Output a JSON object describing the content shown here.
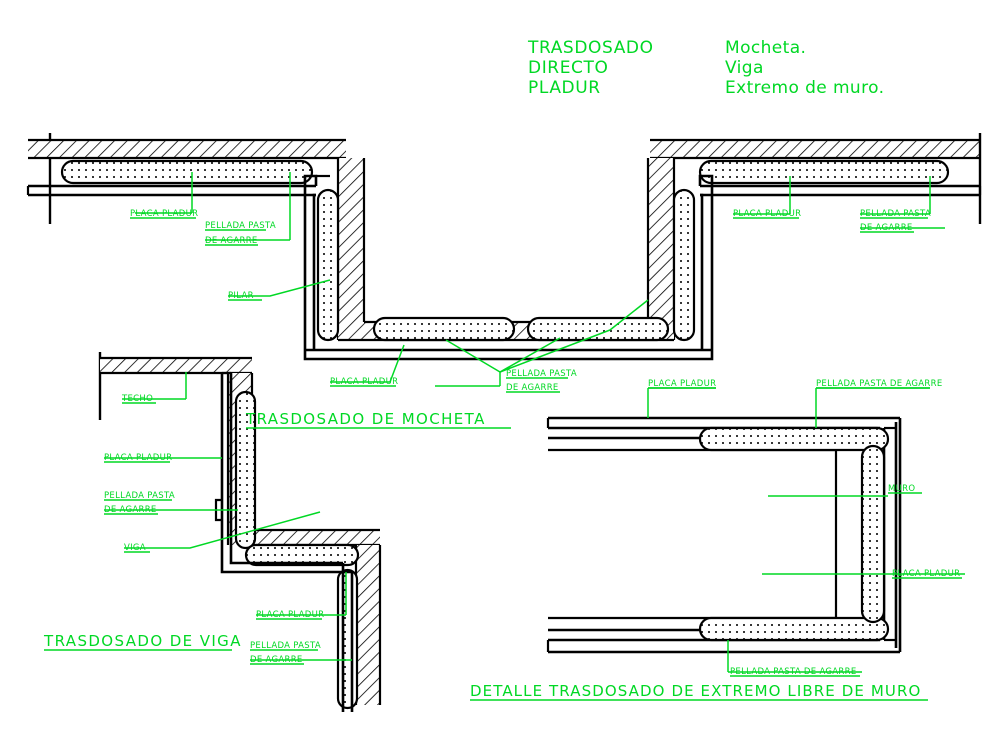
{
  "drawing": {
    "type": "cad-architectural-detail",
    "background_color": "#ffffff",
    "line_color": "#000000",
    "annotation_color": "#00d824",
    "discipline": "Trasdosado directo Pladur - detalles constructivos"
  },
  "header": {
    "left_block": {
      "line1": "TRASDOSADO",
      "line2": "DIRECTO",
      "line3": "PLADUR"
    },
    "right_block": {
      "line1": "Mocheta.",
      "line2": "Viga",
      "line3": "Extremo de muro."
    }
  },
  "details": [
    {
      "id": "mocheta",
      "title": "TRASDOSADO DE MOCHETA",
      "labels": [
        "PLACA PLADUR",
        "PELLADA PASTA DE AGARRE",
        "PILAR",
        "PLACA PLADUR",
        "PELLADA PASTA DE AGARRE",
        "PLACA PLADUR",
        "PELLADA PASTA DE AGARRE"
      ]
    },
    {
      "id": "viga",
      "title": "TRASDOSADO DE VIGA",
      "labels": [
        "TECHO",
        "PLACA PLADUR",
        "PELLADA PASTA DE AGARRE",
        "VIGA",
        "PLACA PLADUR",
        "PELLADA PASTA DE AGARRE"
      ]
    },
    {
      "id": "extremo-muro",
      "title": "DETALLE TRASDOSADO DE EXTREMO LIBRE DE MURO",
      "labels": [
        "PLACA PLADUR",
        "PELLADA PASTA DE AGARRE",
        "MURO",
        "PLACA PLADUR",
        "PELLADA PASTA DE AGARRE"
      ]
    }
  ],
  "annotations": {
    "placa_pladur": "PLACA PLADUR",
    "pellada_l1": "PELLADA PASTA",
    "pellada_l2": "DE AGARRE",
    "pellada_full": "PELLADA PASTA DE AGARRE",
    "pilar": "PILAR",
    "techo": "TECHO",
    "viga": "VIGA",
    "muro": "MURO"
  },
  "titles": {
    "mocheta": "TRASDOSADO DE MOCHETA",
    "viga": "TRASDOSADO DE VIGA",
    "muro": "DETALLE TRASDOSADO DE EXTREMO LIBRE DE MURO"
  }
}
